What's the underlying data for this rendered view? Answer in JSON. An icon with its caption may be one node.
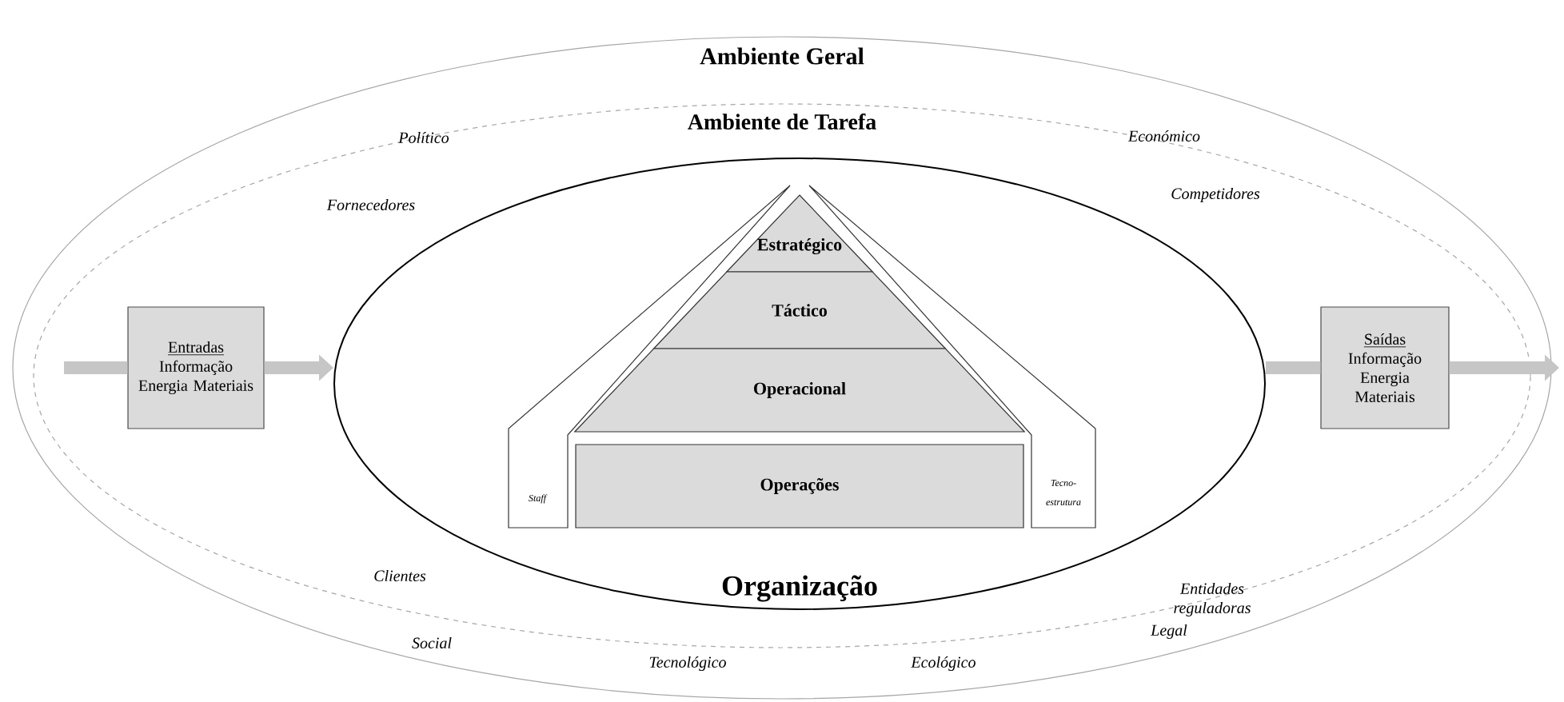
{
  "diagram": {
    "nodes": [
      {
        "text": [
          "Ambiente Geral"
        ]
      },
      {
        "text": [
          "Ambiente de Tarefa"
        ],
        "in": 0
      },
      {
        "text": [
          "Organização"
        ],
        "in": 1
      },
      {
        "text": [
          "Estratégico"
        ],
        "in": 2
      },
      {
        "text": [
          "Táctico"
        ],
        "in": 2
      },
      {
        "text": [
          "Operacional"
        ],
        "in": 2
      },
      {
        "text": [
          "Operações"
        ],
        "in": 2
      },
      {
        "text": [
          "Staff"
        ],
        "in": 2
      },
      {
        "text": [
          "Tecno-estrutura"
        ],
        "in": 2
      },
      {
        "text": [
          "Entradas",
          "Informação Energia Materiais"
        ],
        "in": 1
      },
      {
        "text": [
          "Saídas",
          "Informação Energia Materiais"
        ],
        "in": 1
      }
    ],
    "edges": [
      {
        "from": null,
        "to": 9,
        "arrow": "none"
      },
      {
        "from": 9,
        "to": 2,
        "arrow": "to"
      },
      {
        "from": 2,
        "to": 10,
        "arrow": "none"
      },
      {
        "from": 10,
        "to": null,
        "arrow": "to"
      }
    ],
    "labels": [
      "Político",
      "Económico",
      "Fornecedores",
      "Competidores",
      "Clientes",
      "Entidades reguladoras",
      "Social",
      "Tecnológico",
      "Ecológico",
      "Legal"
    ]
  }
}
